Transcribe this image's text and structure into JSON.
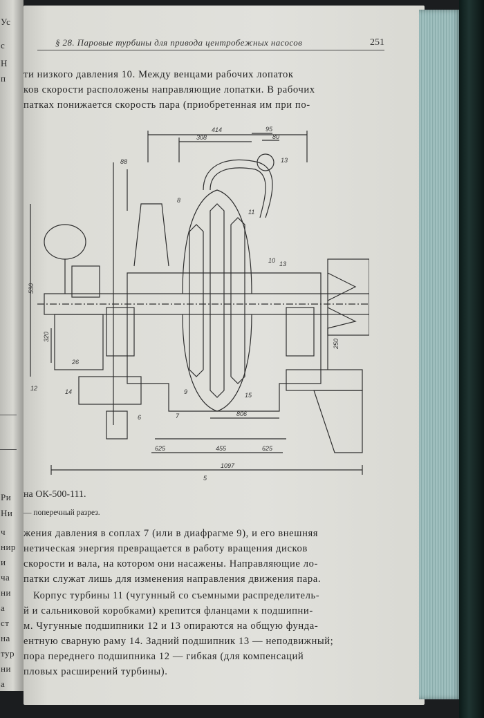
{
  "header": {
    "running_title": "§ 28. Паровые турбины для привода центробежных насосов",
    "page_number": "251"
  },
  "intro_lines": [
    "ти низкого давления 10. Между венцами рабочих лопаток",
    "ков скорости расположены направляющие лопатки. В рабочих",
    "патках понижается скорость пара (приобретенная им при по-"
  ],
  "figure": {
    "dimensions": [
      "414",
      "308",
      "95",
      "80",
      "88",
      "530",
      "320",
      "26",
      "250",
      "1097",
      "625",
      "455",
      "625",
      "806",
      "13"
    ],
    "callouts": [
      "8",
      "11",
      "7",
      "15",
      "13",
      "14",
      "12",
      "5",
      "6",
      "10",
      "9"
    ],
    "caption_title": "на ОК-500-111.",
    "caption_subtitle": "— поперечный разрез."
  },
  "body_lines": [
    "жения давления в соплах 7 (или в диафрагме 9), и его внешняя",
    "нетическая энергия превращается в работу вращения дисков",
    "скорости и вала, на котором они насажены. Направляющие ло-",
    "патки служат лишь для изменения направления движения пара.",
    "Корпус турбины 11 (чугунный со съемными распределитель-",
    "й и сальниковой коробками) крепится фланцами к подшипни-",
    "м. Чугунные подшипники 12 и 13 опираются на общую фунда-",
    "ентную сварную раму 14. Задний подшипник 13 — неподвижный;",
    "пора переднего подшипника 12 — гибкая (для компенсаций",
    "пловых расширений турбины)."
  ],
  "left_page_fragments": [
    "Ус",
    "с",
    "Н",
    "п",
    "Ри",
    "Ни",
    "ч",
    "нир",
    "и",
    "ча",
    "ни",
    "а",
    "ст",
    "на",
    "тур",
    "ни",
    "а"
  ]
}
